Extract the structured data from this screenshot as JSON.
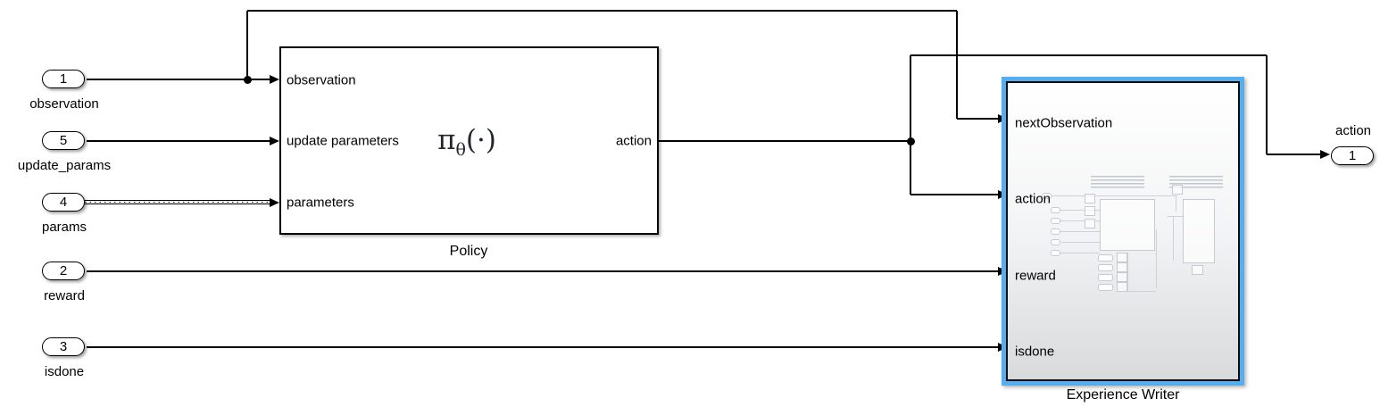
{
  "ports": {
    "inports": [
      {
        "number": "1",
        "name": "observation"
      },
      {
        "number": "5",
        "name": "update_params"
      },
      {
        "number": "4",
        "name": "params"
      },
      {
        "number": "2",
        "name": "reward"
      },
      {
        "number": "3",
        "name": "isdone"
      }
    ],
    "outports": [
      {
        "number": "1",
        "name": "action"
      }
    ]
  },
  "policy": {
    "title": "Policy",
    "symbol": {
      "base": "π",
      "subscript": "θ",
      "args": "(·)"
    },
    "inputs": [
      "observation",
      "update parameters",
      "parameters"
    ],
    "outputs": [
      "action"
    ]
  },
  "experience_writer": {
    "title": "Experience Writer",
    "inputs": [
      "nextObservation",
      "action",
      "reward",
      "isdone"
    ]
  },
  "colors": {
    "selection_highlight": "#55AEEF",
    "wire": "#000000",
    "background": "#FFFFFF"
  }
}
